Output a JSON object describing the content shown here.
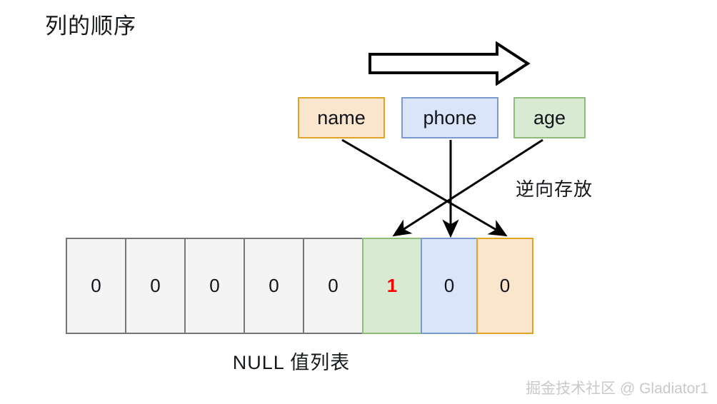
{
  "diagram": {
    "title": "列的顺序",
    "order_arrow_icon": "right-block-arrow-icon",
    "columns": [
      {
        "label": "name",
        "fill": "#fce5cd",
        "border": "#e0a526"
      },
      {
        "label": "phone",
        "fill": "#dbe5f9",
        "border": "#7b9bd0"
      },
      {
        "label": "age",
        "fill": "#d9ead3",
        "border": "#8fbc78"
      }
    ],
    "reverse_label": "逆向存放",
    "connectors": [
      {
        "from": "name",
        "to": "cell-orange",
        "icon": "arrow-icon"
      },
      {
        "from": "phone",
        "to": "cell-blue",
        "icon": "arrow-icon"
      },
      {
        "from": "age",
        "to": "cell-green",
        "icon": "arrow-icon"
      }
    ],
    "null_bitmap": {
      "caption": "NULL 值列表",
      "cells": [
        {
          "value": "0",
          "style": "gray",
          "value_color": "#111418"
        },
        {
          "value": "0",
          "style": "gray",
          "value_color": "#111418"
        },
        {
          "value": "0",
          "style": "gray",
          "value_color": "#111418"
        },
        {
          "value": "0",
          "style": "gray",
          "value_color": "#111418"
        },
        {
          "value": "0",
          "style": "gray",
          "value_color": "#111418"
        },
        {
          "value": "1",
          "style": "green",
          "value_color": "#ff0000"
        },
        {
          "value": "0",
          "style": "blue",
          "value_color": "#111418"
        },
        {
          "value": "0",
          "style": "orange",
          "value_color": "#111418"
        }
      ]
    },
    "watermark": "掘金技术社区 @ Gladiator1"
  }
}
